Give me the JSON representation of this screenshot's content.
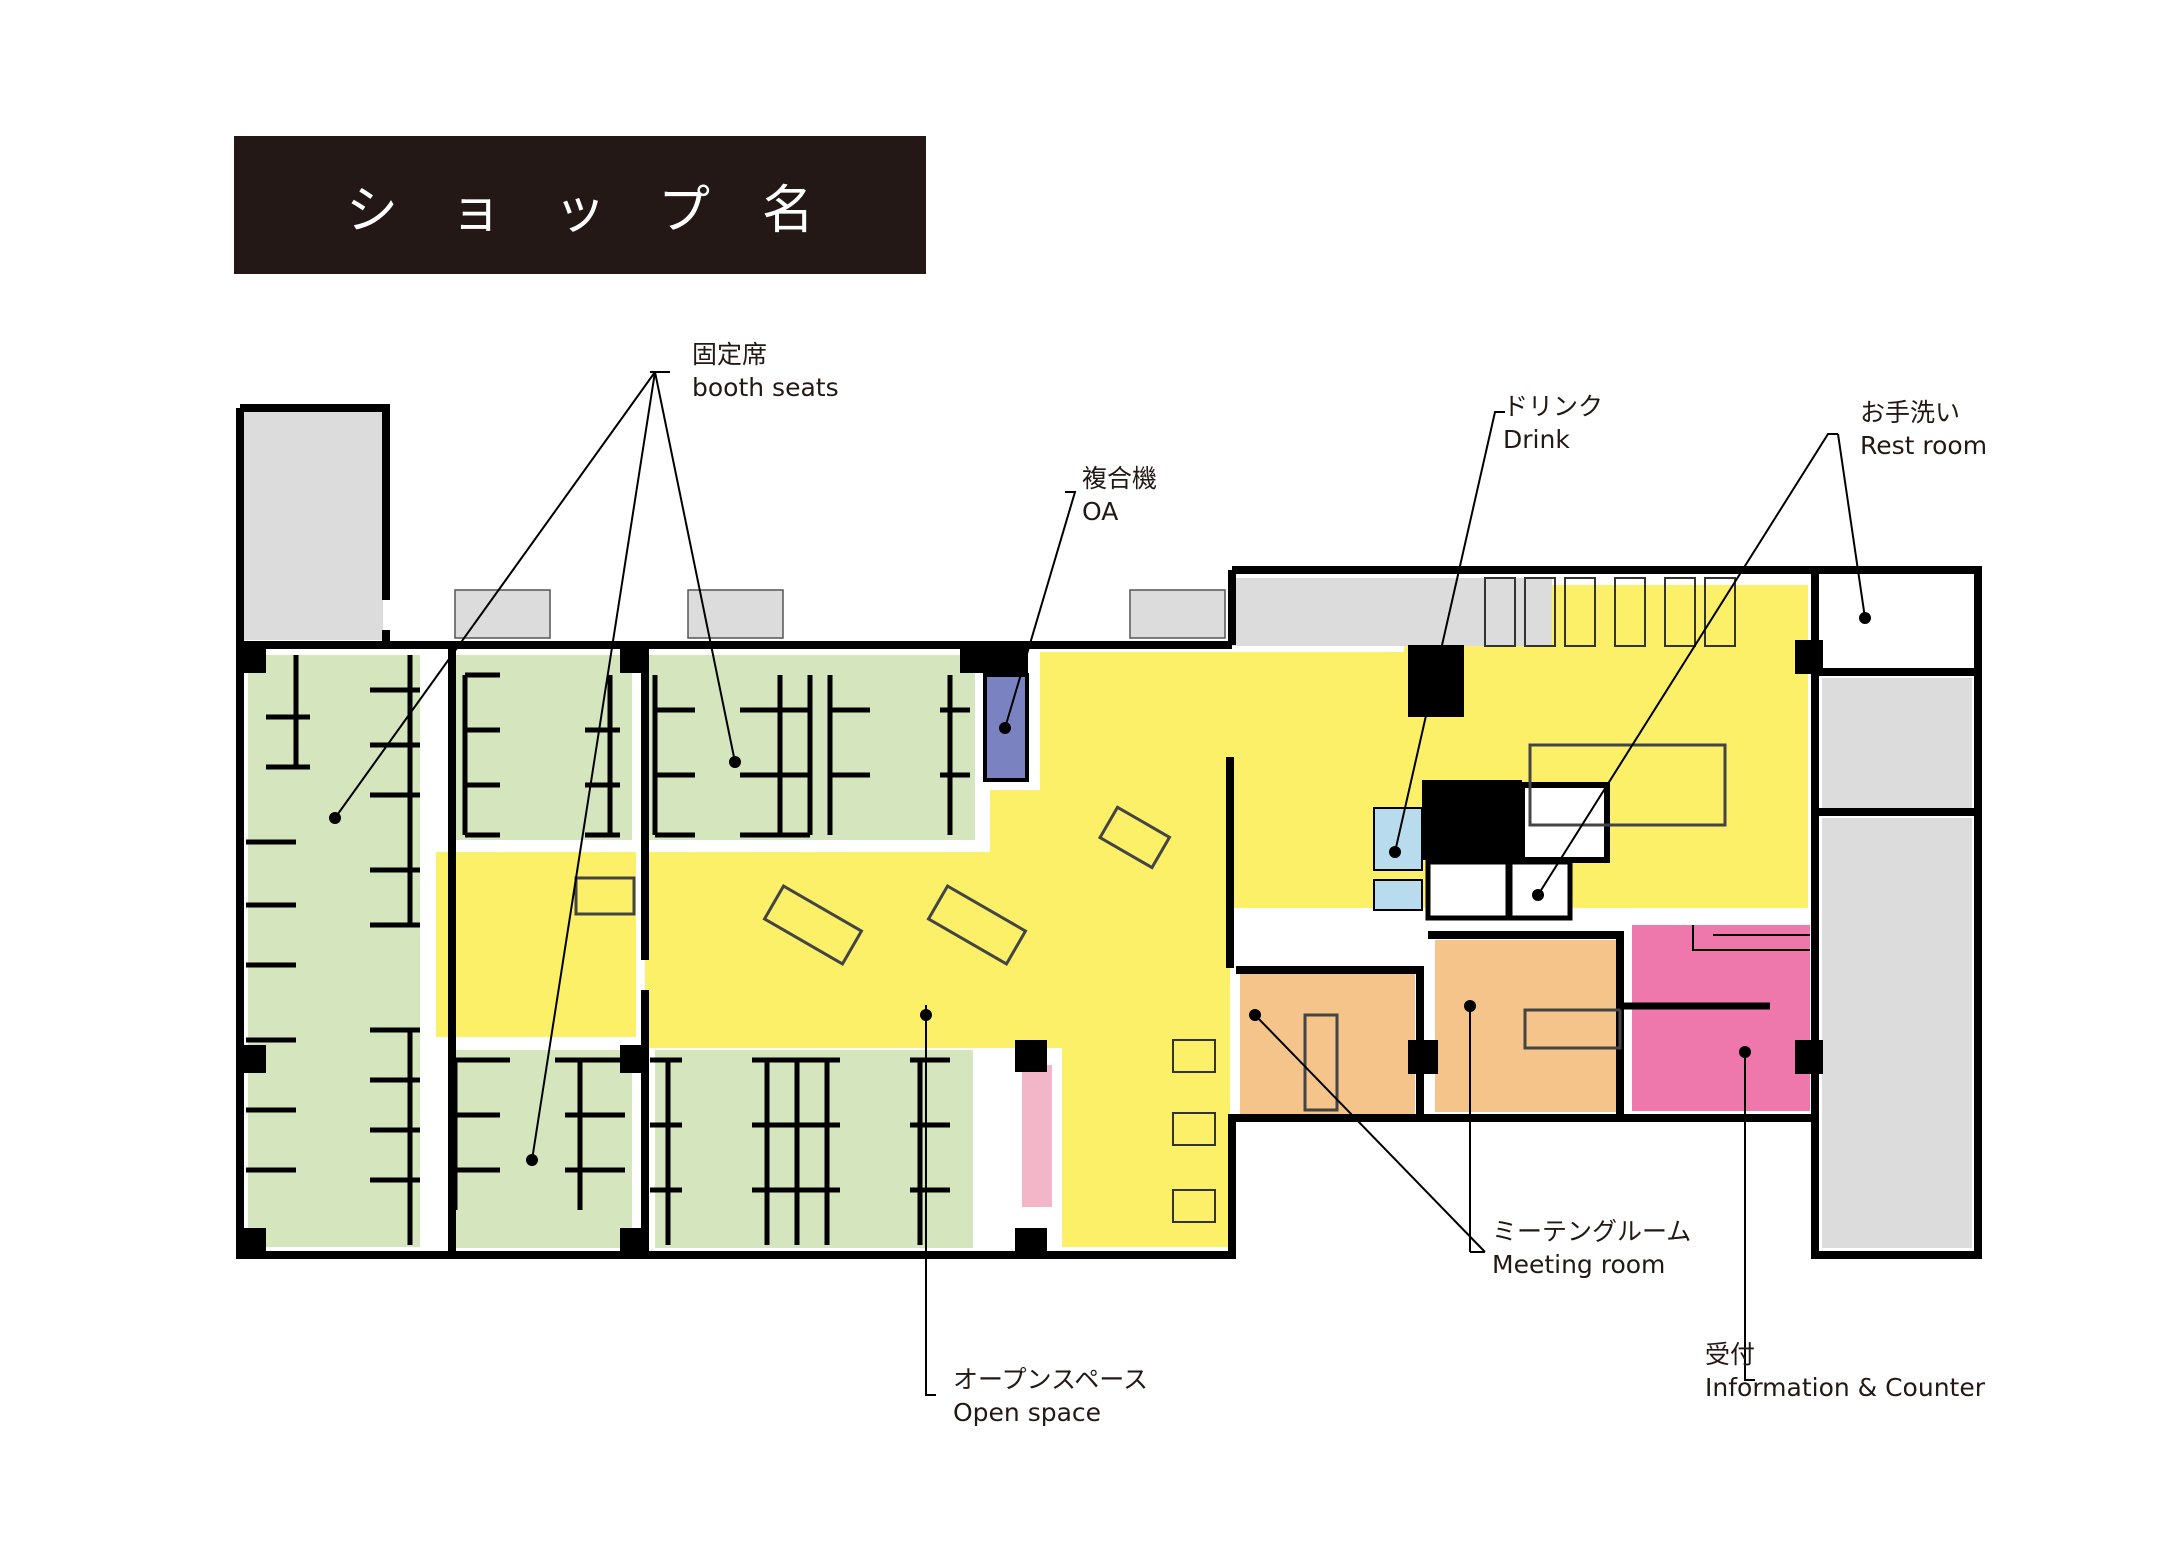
{
  "title": "ショップ名",
  "colors": {
    "wall": "#000000",
    "booth_green": "#d5e5bd",
    "open_yellow": "#fbf068",
    "meeting_orange": "#f4c48a",
    "reception_pink": "#ee78ac",
    "oa_blue": "#7a82c2",
    "drink_lightblue": "#b8dcee",
    "stair_gray": "#dcdcdc",
    "title_bg": "#231815",
    "accent_pink_strip": "#f2b6c8"
  },
  "labels": {
    "booth_seats": {
      "ja": "固定席",
      "en": "booth seats"
    },
    "oa": {
      "ja": "複合機",
      "en": "OA"
    },
    "drink": {
      "ja": "ドリンク",
      "en": "Drink"
    },
    "rest_room": {
      "ja": "お手洗い",
      "en": "Rest room"
    },
    "meeting_room": {
      "ja": "ミーテングルーム",
      "en": "Meeting room"
    },
    "open_space": {
      "ja": "オープンスペース",
      "en": "Open space"
    },
    "information": {
      "ja": "受付",
      "en": "Information & Counter"
    }
  }
}
